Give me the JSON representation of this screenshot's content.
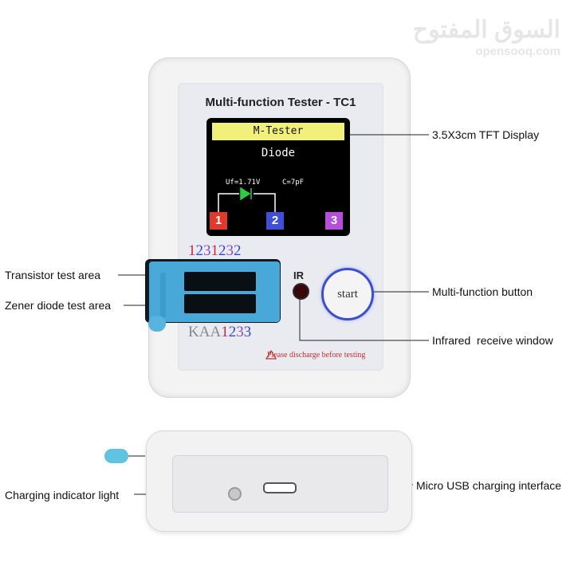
{
  "watermark": {
    "arabic": "السوق المفتوح",
    "latin": "opensooq.com"
  },
  "device": {
    "title": "Multi-function Tester - TC1",
    "screen": {
      "header": "M-Tester",
      "mode": "Diode",
      "vf": "Uf=1.71V",
      "cap": "C=7pF",
      "pins": [
        "1",
        "2",
        "3"
      ]
    },
    "top_digits": [
      "1",
      "2",
      "3",
      "1",
      "2",
      "3",
      "2"
    ],
    "bottom_digits": [
      "K",
      "A",
      "A",
      "1",
      "2",
      "3",
      "3"
    ],
    "ir_label": "IR",
    "button_label": "start",
    "warning": "Please discharge before testing"
  },
  "callouts": {
    "tft": "3.5X3cm TFT Display",
    "transistor": "Transistor test area",
    "zener": "Zener diode test area",
    "button": "Multi-function button",
    "infrared": "Infrared  receive window",
    "charging_light": "Charging indicator light",
    "usb": "Micro USB charging interface"
  },
  "colors": {
    "pin1": "#e03a2c",
    "pin2": "#3e4fd8",
    "pin3": "#b54ed8",
    "button_ring": "#3b4fcf",
    "screen_header": "#f1f07a"
  }
}
